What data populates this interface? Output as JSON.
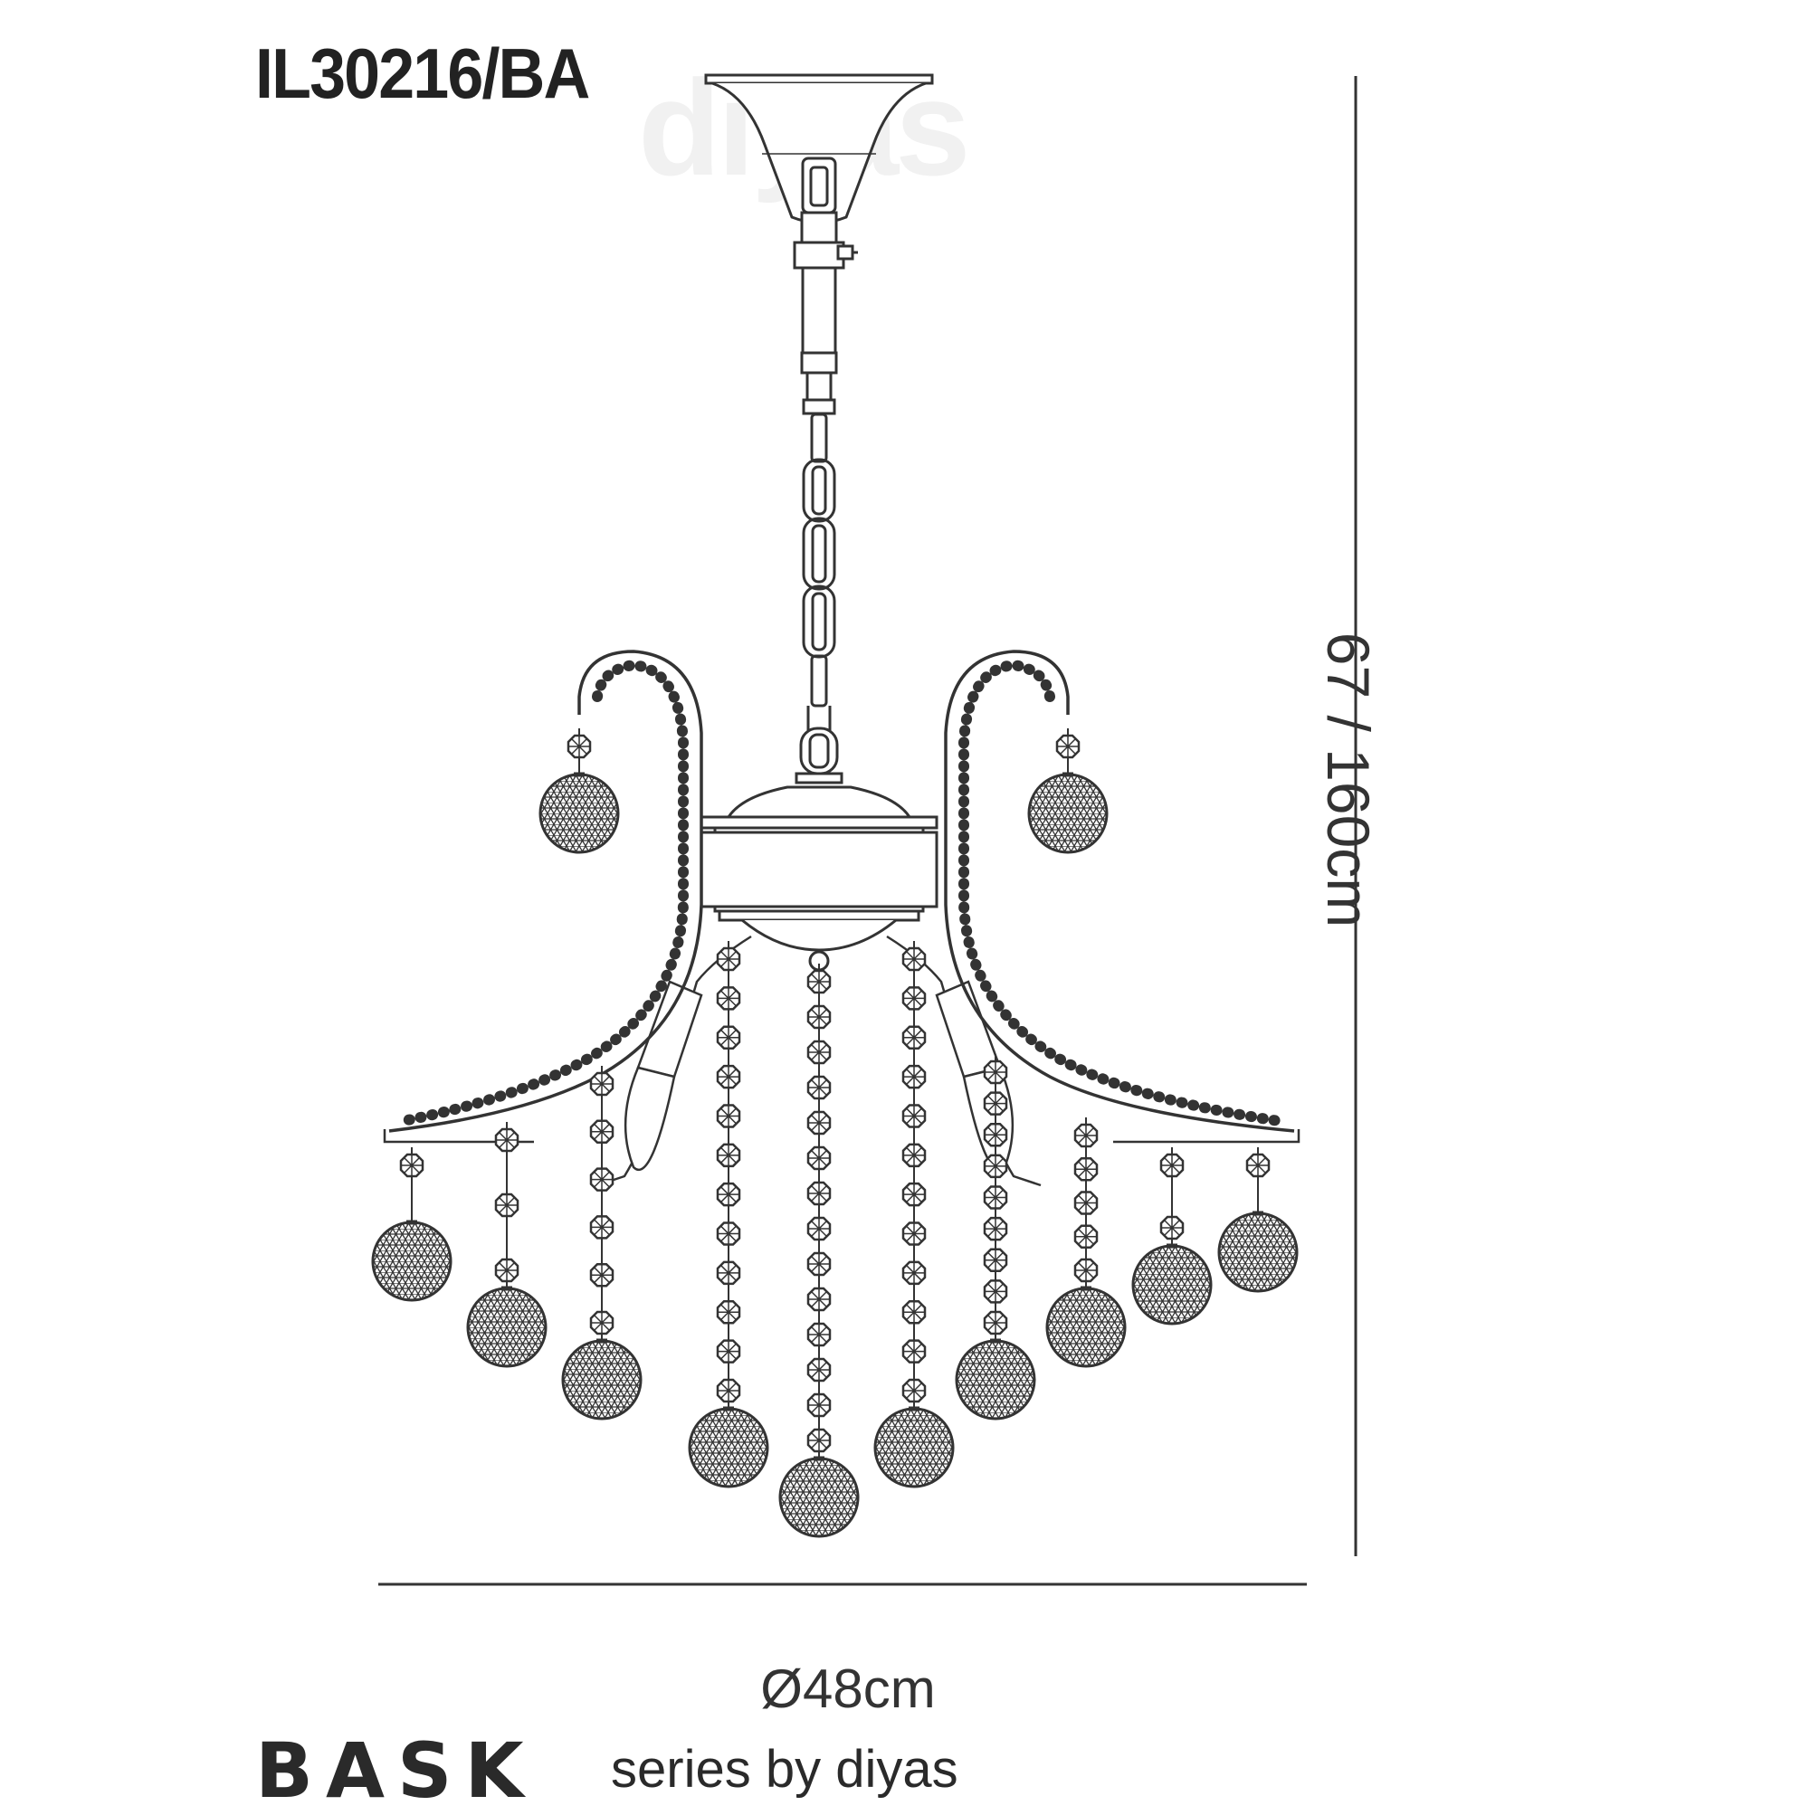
{
  "header": {
    "model_code": "IL30216/BA",
    "watermark": "diyas"
  },
  "dimensions": {
    "height": "67 / 160cm",
    "diameter": "Ø48cm"
  },
  "footer": {
    "series_name": "BASK",
    "series_sub": "series by diyas"
  },
  "colors": {
    "line": "#333333",
    "text": "#222222"
  }
}
